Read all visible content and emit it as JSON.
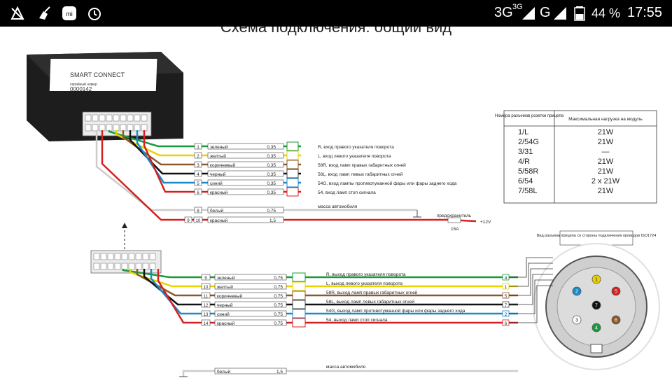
{
  "status_bar": {
    "network_3g": "3G",
    "network_3g_small": "3G",
    "network_g": "G",
    "battery_percent": "44 %",
    "time": "17:55"
  },
  "diagram": {
    "title": "Схема подключения: общий вид",
    "module": {
      "label": "SMART CONNECT",
      "serial_caption": "серийный номер",
      "serial": "0000142"
    },
    "top_wires": [
      {
        "num": "1",
        "color": "зеленый",
        "gauge": "0,35",
        "desc": "R, вход правого указателя поворота",
        "hex": "#1a9a3a"
      },
      {
        "num": "2",
        "color": "желтый",
        "gauge": "0,35",
        "desc": "L, вход левого указателя поворота",
        "hex": "#e8d200"
      },
      {
        "num": "3",
        "color": "коричневый",
        "gauge": "0,35",
        "desc": "58R, вход ламп правых габаритных огней",
        "hex": "#8a5a2b"
      },
      {
        "num": "4",
        "color": "черный",
        "gauge": "0,35",
        "desc": "58L, вход ламп левых габаритных огней",
        "hex": "#111111"
      },
      {
        "num": "5",
        "color": "синий",
        "gauge": "0,35",
        "desc": "54G, вход лампы противотуманной фары или фары заднего хода",
        "hex": "#1a8ac8"
      },
      {
        "num": "6",
        "color": "красный",
        "gauge": "0,35",
        "desc": "54, вход ламп стоп сигнала",
        "hex": "#d42020"
      }
    ],
    "ground_wire": {
      "num": "8",
      "color": "белый",
      "gauge": "0,75",
      "desc": "масса автомобиля"
    },
    "power_wire": {
      "num": "9",
      "num2": "10",
      "color": "красный",
      "gauge": "1,5",
      "desc": "предохранитель",
      "fuse": "15A",
      "voltage": "+12V"
    },
    "bottom_wires": [
      {
        "num": "9",
        "color": "зеленый",
        "gauge": "0,75",
        "desc": "R, выход правого указателя поворота",
        "pin": "4",
        "hex": "#1a9a3a"
      },
      {
        "num": "10",
        "color": "желтый",
        "gauge": "0,75",
        "desc": "L, выход левого указателя поворота",
        "pin": "1",
        "hex": "#e8d200"
      },
      {
        "num": "11",
        "color": "коричневый",
        "gauge": "0,75",
        "desc": "58R, выход ламп правых габаритных огней",
        "pin": "5",
        "hex": "#8a5a2b"
      },
      {
        "num": "12",
        "color": "черный",
        "gauge": "0,75",
        "desc": "58L, выход ламп левых габаритных огней",
        "pin": "7",
        "hex": "#111111"
      },
      {
        "num": "13",
        "color": "синий",
        "gauge": "0,75",
        "desc": "54G, выход ламп противотуманной фары или фары заднего хода",
        "pin": "2",
        "hex": "#1a8ac8"
      },
      {
        "num": "14",
        "color": "красный",
        "gauge": "0,75",
        "desc": "54, выход ламп стоп сигнала",
        "pin": "6",
        "hex": "#d42020"
      }
    ],
    "bottom_ground": {
      "color": "белый",
      "gauge": "1,5",
      "desc": "масса автомобиля"
    },
    "table": {
      "header_left": "Номера разъемов розетки прицепа",
      "header_right": "Максимальная нагрузка на модуль",
      "rows": [
        {
          "pin": "1/L",
          "load": "21W"
        },
        {
          "pin": "2/54G",
          "load": "21W"
        },
        {
          "pin": "3/31",
          "load": "—"
        },
        {
          "pin": "4/R",
          "load": "21W"
        },
        {
          "pin": "5/58R",
          "load": "21W"
        },
        {
          "pin": "6/54",
          "load": "2 x 21W"
        },
        {
          "pin": "7/58L",
          "load": "21W"
        }
      ]
    },
    "socket_caption": "Вид разъема прицепа со стороны подключения проводов ISO1724",
    "socket_pins": [
      {
        "n": "1",
        "hex": "#e8d200"
      },
      {
        "n": "2",
        "hex": "#1a8ac8"
      },
      {
        "n": "3",
        "hex": "#ffffff"
      },
      {
        "n": "4",
        "hex": "#1a9a3a"
      },
      {
        "n": "5",
        "hex": "#d42020"
      },
      {
        "n": "6",
        "hex": "#8a5a2b"
      },
      {
        "n": "7",
        "hex": "#111111"
      }
    ],
    "icons": {
      "turn_right": "arrow-right-icon",
      "turn_left": "arrow-left-icon",
      "stop": "STOP",
      "reverse": "R"
    }
  }
}
